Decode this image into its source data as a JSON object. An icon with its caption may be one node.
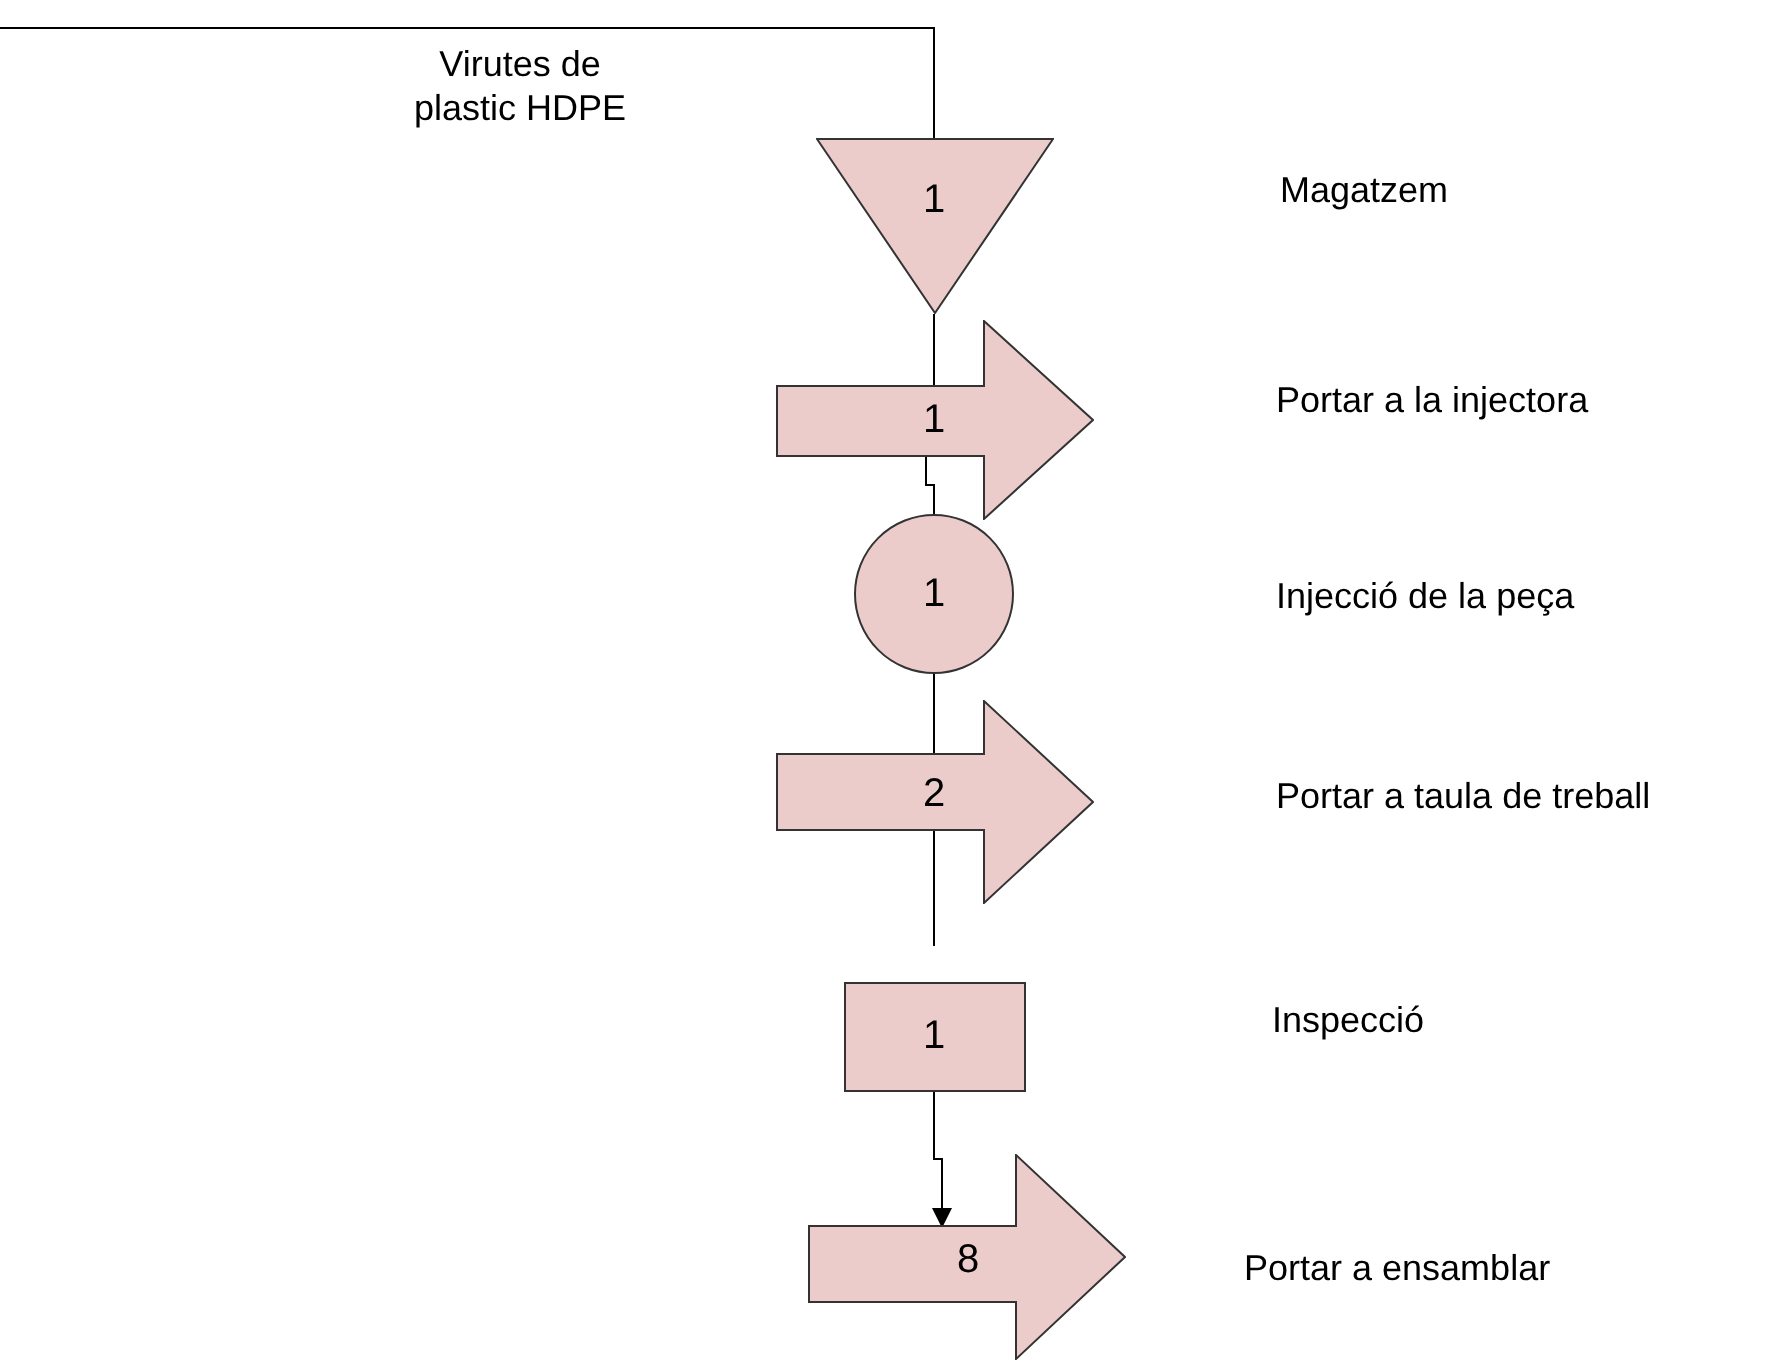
{
  "diagram": {
    "nodes": [
      {
        "text": [
          "1"
        ]
      },
      {
        "text": [
          "1"
        ]
      },
      {
        "text": [
          "1"
        ]
      },
      {
        "text": [
          "2"
        ]
      },
      {
        "text": [
          "1"
        ]
      },
      {
        "text": [
          "8"
        ]
      }
    ],
    "edges": [
      {
        "from": null,
        "to": 0,
        "arrow": "none"
      },
      {
        "from": 0,
        "to": 1,
        "arrow": "none"
      },
      {
        "from": 1,
        "to": 2,
        "arrow": "none"
      },
      {
        "from": 2,
        "to": 3,
        "arrow": "none"
      },
      {
        "from": 3,
        "to": null,
        "arrow": "none"
      },
      {
        "from": 4,
        "to": 5,
        "arrow": "to"
      }
    ],
    "labels": [
      "Virutes de plastic HDPE",
      "Magatzem",
      "Portar a la injectora",
      "Injecció de la peça",
      "Portar a taula de treball",
      "Inspecció",
      "Portar a ensamblar"
    ]
  }
}
